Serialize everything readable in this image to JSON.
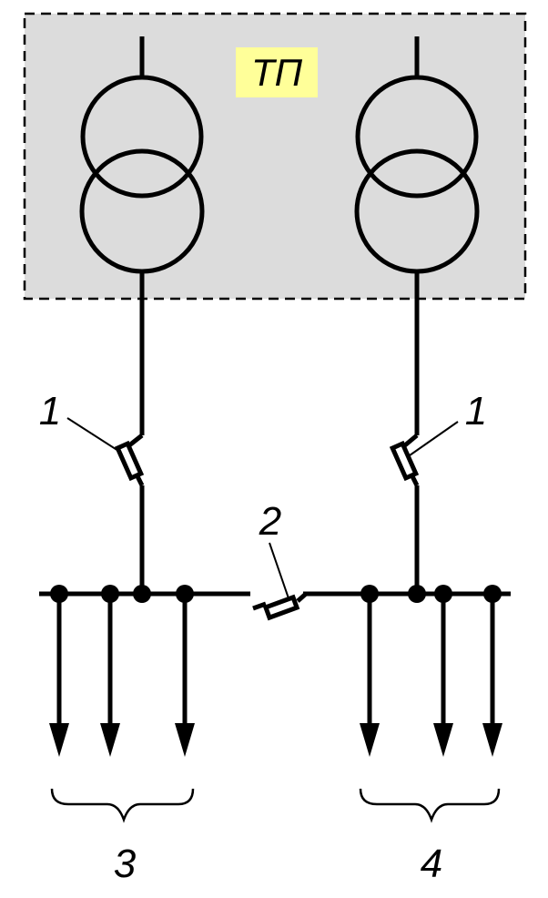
{
  "substation": {
    "label": "ТП",
    "fill_color": "#dcdcdc",
    "label_bg_color": "#ffff99"
  },
  "labels": {
    "circuit_breaker_left": "1",
    "circuit_breaker_right": "1",
    "sectional_breaker": "2",
    "feeder_group_left": "3",
    "feeder_group_right": "4"
  },
  "colors": {
    "line": "#000000",
    "background": "#ffffff"
  }
}
